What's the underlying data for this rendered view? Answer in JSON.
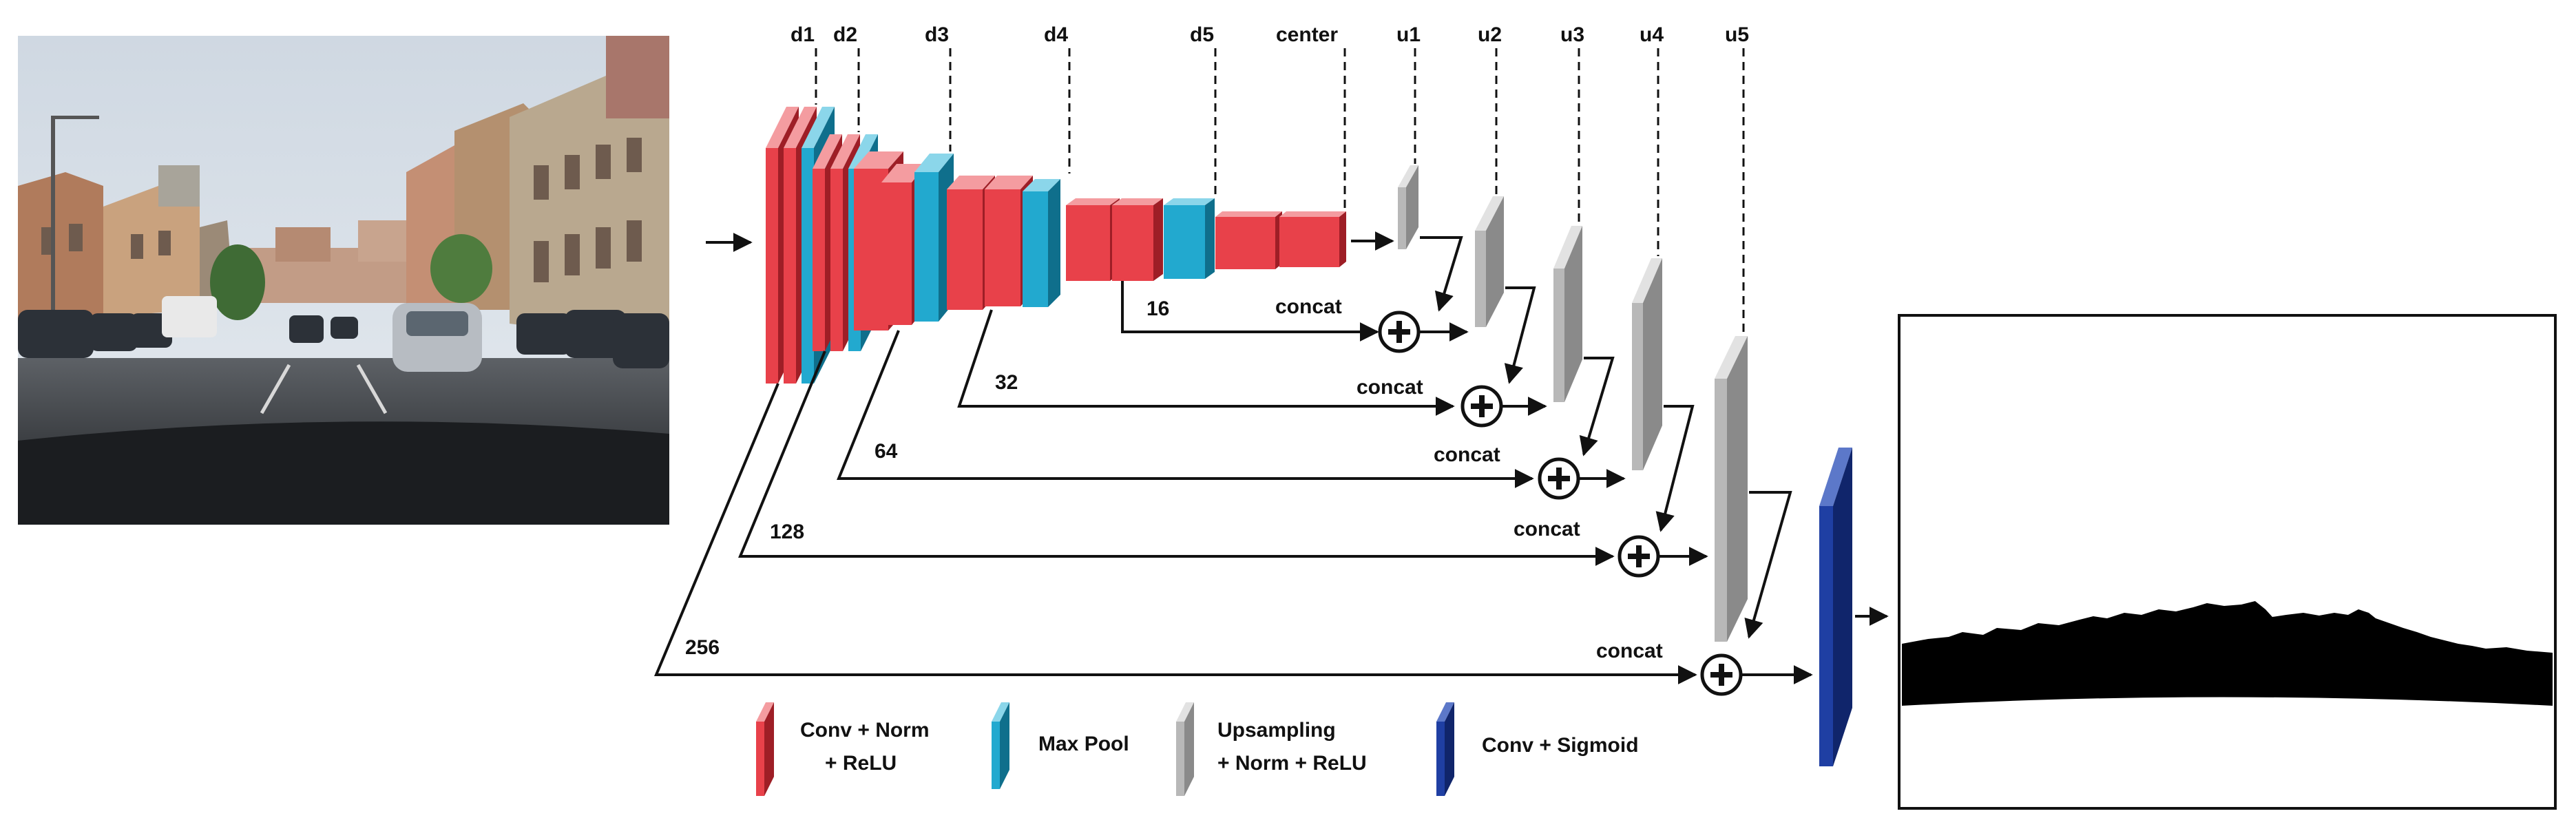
{
  "diagram": {
    "encoder_labels": [
      "d1",
      "d2",
      "d3",
      "d4",
      "d5",
      "center"
    ],
    "decoder_labels": [
      "u1",
      "u2",
      "u3",
      "u4",
      "u5"
    ],
    "skip_channels": [
      "16",
      "32",
      "64",
      "128",
      "256"
    ],
    "concat_label": "concat",
    "legend": [
      {
        "name": "conv-norm-relu",
        "lines": [
          "Conv + Norm",
          "+ ReLU"
        ],
        "color": "#e8414a"
      },
      {
        "name": "max-pool",
        "lines": [
          "Max Pool"
        ],
        "color": "#22a9cf"
      },
      {
        "name": "upsampling-norm-relu",
        "lines": [
          "Upsampling",
          "+ Norm + ReLU"
        ],
        "color": "#b8b8b8"
      },
      {
        "name": "conv-sigmoid",
        "lines": [
          "Conv + Sigmoid"
        ],
        "color": "#1f3fa3"
      }
    ],
    "colors": {
      "conv": "#e8414a",
      "pool": "#22a9cf",
      "upsample": "#b8b8b8",
      "sigmoid": "#1f3fa3",
      "line": "#111111"
    }
  }
}
